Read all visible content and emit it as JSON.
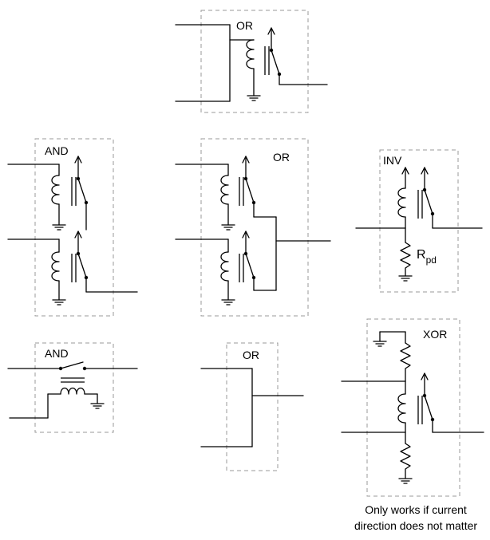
{
  "gates": [
    {
      "id": "or-top",
      "label": "OR"
    },
    {
      "id": "and-left",
      "label": "AND"
    },
    {
      "id": "or-mid",
      "label": "OR"
    },
    {
      "id": "inv",
      "label": "INV",
      "resistor_label": "R",
      "resistor_subscript": "pd"
    },
    {
      "id": "and-bottom",
      "label": "AND"
    },
    {
      "id": "or-bottom",
      "label": "OR"
    },
    {
      "id": "xor",
      "label": "XOR"
    }
  ],
  "note": {
    "line1": "Only works if current",
    "line2": "direction does not matter"
  },
  "colors": {
    "wire": "#000000",
    "box_border": "#999999",
    "background": "#ffffff"
  }
}
